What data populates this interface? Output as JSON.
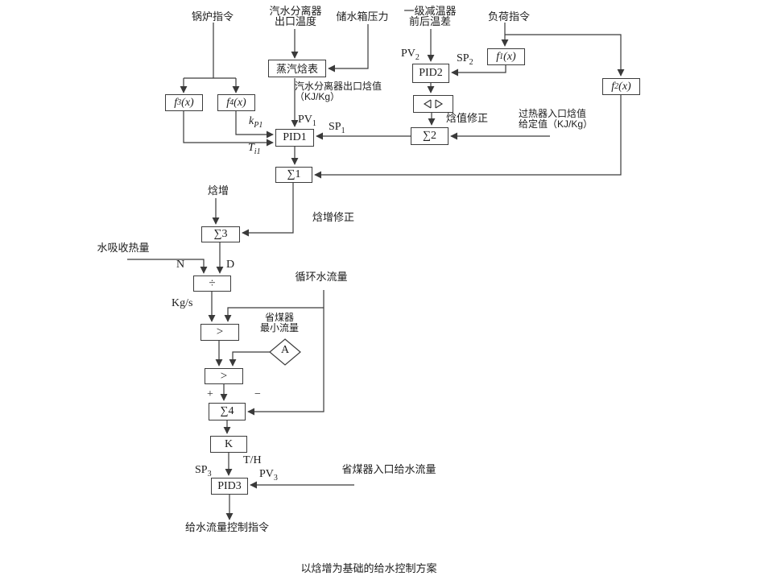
{
  "style": {
    "background": "#ffffff",
    "line_color": "#3a3a3a",
    "box_border": "#3c3c3c",
    "text_color": "#1c1c1c"
  },
  "caption": "以焓增为基础的给水控制方案",
  "inputs": {
    "boiler_cmd": "锅炉指令",
    "separator_outlet_temp": "汽水分离器\n出口温度",
    "tank_pressure": "储水箱压力",
    "desuperheater_dt": "一级减温器\n前后温差",
    "load_cmd": "负荷指令",
    "water_heat": "水吸收热量",
    "circ_flow": "循环水流量",
    "econ_min_flow": "省煤器\n最小流量",
    "econ_inlet_flow": "省煤器入口给水流量",
    "superheater_sp": "过热器入口焓值\n给定值（KJ/Kg）"
  },
  "blocks": {
    "steam_table": "蒸汽焓表",
    "pid1": "PID1",
    "pid2": "PID2",
    "pid3": "PID3",
    "sum1": "∑1",
    "sum2": "∑2",
    "sum3": "∑3",
    "sum4": "∑4",
    "divide": "÷",
    "high_select": ">",
    "k_gain": "K",
    "a_station": "A",
    "f1": {
      "t": "f",
      "s": "1",
      "p": "(x)"
    },
    "f2": {
      "t": "f",
      "s": "2",
      "p": "(x)"
    },
    "f3": {
      "t": "f",
      "s": "3",
      "p": "(x)"
    },
    "f4": {
      "t": "f",
      "s": "4",
      "p": "(x)"
    }
  },
  "signals": {
    "pv1": {
      "t": "PV",
      "s": "1"
    },
    "sp1": {
      "t": "SP",
      "s": "1"
    },
    "pv2": {
      "t": "PV",
      "s": "2"
    },
    "sp2": {
      "t": "SP",
      "s": "2"
    },
    "pv3": {
      "t": "PV",
      "s": "3"
    },
    "sp3": {
      "t": "SP",
      "s": "3"
    },
    "kp1": {
      "t": "k",
      "s": "P1"
    },
    "ti1": {
      "t": "T",
      "s": "i1"
    },
    "separator_enthalpy": "汽水分离器出口焓值\n（KJ/Kg）",
    "enthalpy_corr": "焓值修正",
    "enthalpy_inc": "焓增",
    "enthalpy_inc_corr": "焓增修正",
    "n": "N",
    "d": "D",
    "kgs": "Kg/s",
    "plus": "+",
    "minus": "−",
    "th": "T/H",
    "output_cmd": "给水流量控制指令"
  }
}
